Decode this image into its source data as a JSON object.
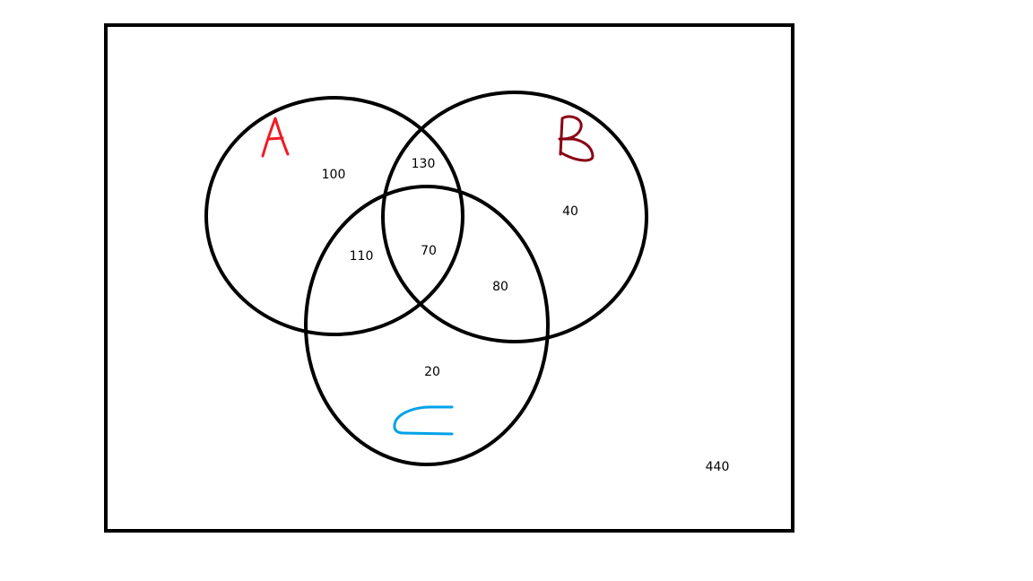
{
  "sets": {
    "a": {
      "label": "A",
      "color": "#ee1c24"
    },
    "b": {
      "label": "B",
      "color": "#880015"
    },
    "c": {
      "label": "C",
      "color": "#00a2e8"
    }
  },
  "regions": {
    "a_only": "100",
    "a_and_b_only": "130",
    "b_only": "40",
    "a_and_c_only": "110",
    "a_b_and_c": "70",
    "b_and_c_only": "80",
    "c_only": "20",
    "outside": "440"
  },
  "colors": {
    "outline": "#000000",
    "background": "#ffffff"
  }
}
